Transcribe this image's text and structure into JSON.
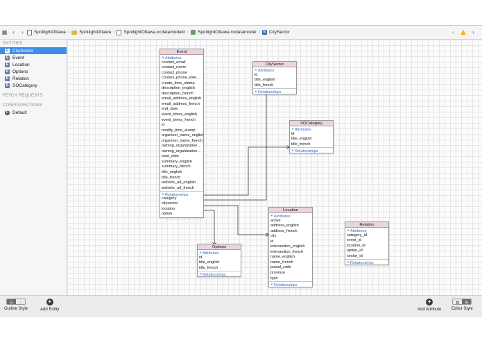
{
  "jumpbar": {
    "items": [
      "SpotlightOttawa",
      "SpotlightOttawa",
      "SpotlightOttawa.xcdatamodeld",
      "SpotlightOttawa.xcdatamodel",
      "CitySector"
    ]
  },
  "sidebar": {
    "entities_header": "ENTITIES",
    "entities": [
      "CitySector",
      "Event",
      "Location",
      "Options",
      "Relation",
      "SOCategory"
    ],
    "fetch_header": "FETCH REQUESTS",
    "config_header": "CONFIGURATIONS",
    "configurations": [
      "Default"
    ],
    "badge": "E",
    "config_badge": "C"
  },
  "labels": {
    "attributes": "Attributes",
    "relationships": "Relationships"
  },
  "entities": {
    "event": {
      "name": "Event",
      "attributes": [
        "contact_email",
        "contact_name",
        "contact_phone",
        "contact_phone_exte…",
        "create_time_stamp",
        "description_english",
        "description_french",
        "email_address_english",
        "email_address_french",
        "end_date",
        "event_times_english",
        "event_times_french",
        "id",
        "modify_time_stamp",
        "organizer_name_english",
        "organizer_name_french",
        "owning_organization…",
        "owning_organization…",
        "start_date",
        "summary_english",
        "summary_french",
        "title_english",
        "title_french",
        "website_url_english",
        "website_url_french"
      ],
      "relationships": [
        "category",
        "citysector",
        "location",
        "option"
      ]
    },
    "citysector": {
      "name": "CitySector",
      "attributes": [
        "id",
        "title_english",
        "title_french"
      ],
      "relationships": []
    },
    "socategory": {
      "name": "SOCategory",
      "attributes": [
        "id",
        "title_english",
        "title_french"
      ],
      "relationships": []
    },
    "location": {
      "name": "Location",
      "attributes": [
        "active",
        "address_english",
        "address_french",
        "city",
        "id",
        "intersection_english",
        "intersection_french",
        "name_english",
        "name_french",
        "postal_code",
        "province",
        "type"
      ],
      "relationships": []
    },
    "options": {
      "name": "Options",
      "attributes": [
        "id",
        "title_english",
        "title_french"
      ],
      "relationships": []
    },
    "relation": {
      "name": "Relation",
      "attributes": [
        "category_id",
        "event_id",
        "location_id",
        "option_id",
        "sector_id"
      ],
      "relationships": []
    }
  },
  "toolbar": {
    "outline_style": "Outline Style",
    "add_entity": "Add Entity",
    "add_attribute": "Add Attribute",
    "editor_style": "Editor Style"
  },
  "colors": {
    "selection": "#3d8ee8",
    "entity_header": "#e9d6dc",
    "section_blue": "#2c6fd6"
  }
}
